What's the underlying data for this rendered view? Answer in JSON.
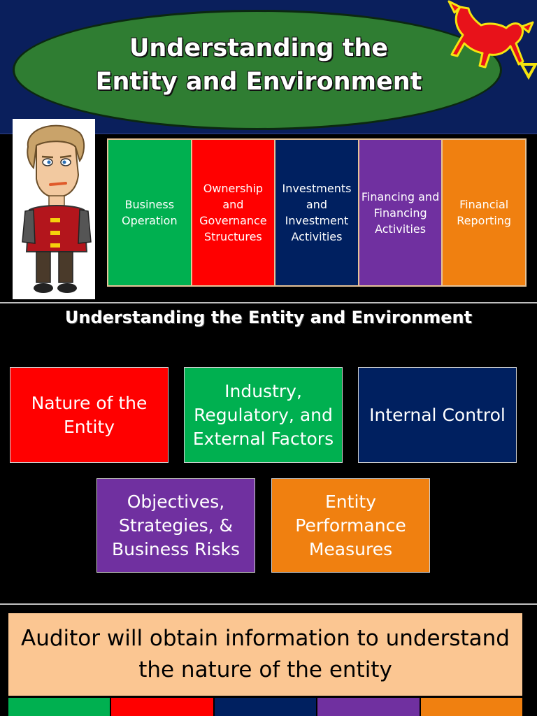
{
  "header": {
    "title_line1": "Understanding the",
    "title_line2": "Entity and Environment"
  },
  "top_row": [
    {
      "label": "Business Operation",
      "color": "#00b050"
    },
    {
      "label": "Ownership and Governance Structures",
      "color": "#ff0000"
    },
    {
      "label": "Investments and Investment Activities",
      "color": "#002060"
    },
    {
      "label": "Financing and Financing Activities",
      "color": "#7030a0"
    },
    {
      "label": "Financial Reporting",
      "color": "#f08010"
    }
  ],
  "section_heading": "Understanding the Entity and Environment",
  "factors": [
    {
      "label": "Nature of the Entity",
      "color": "#ff0000"
    },
    {
      "label": "Industry, Regulatory, and External Factors",
      "color": "#00b050"
    },
    {
      "label": "Internal Control",
      "color": "#002060"
    },
    {
      "label": "Objectives, Strategies, & Business Risks",
      "color": "#7030a0"
    },
    {
      "label": "Entity Performance Measures",
      "color": "#f08010"
    }
  ],
  "note": "Auditor will obtain information to understand the nature of the entity",
  "bottom_strip_colors": [
    "#00b050",
    "#ff0000",
    "#002060",
    "#7030a0",
    "#f08010"
  ]
}
